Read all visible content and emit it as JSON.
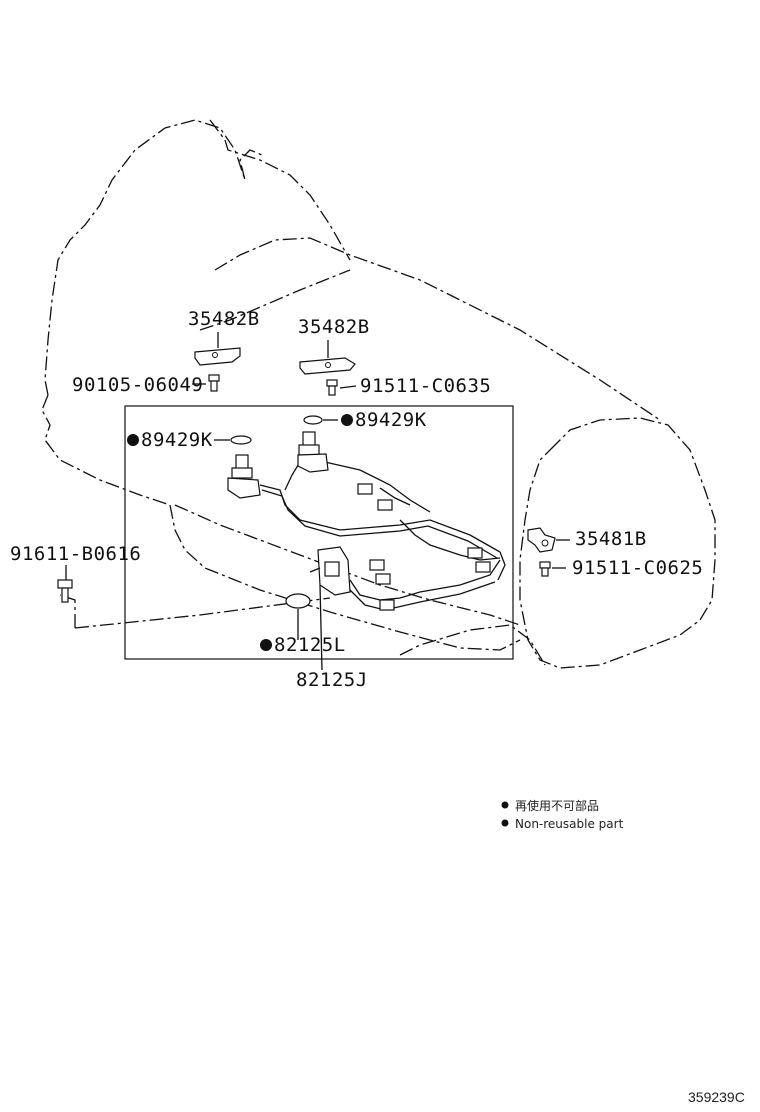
{
  "labels": {
    "bracket_left": "35482B",
    "bracket_center": "35482B",
    "bolt_left": "90105-06049",
    "bolt_center": "91511-C0635",
    "oring_left": "89429K",
    "oring_center": "89429K",
    "bolt_far_left": "91611-B0616",
    "bracket_right": "35481B",
    "bolt_right": "91511-C0625",
    "oring_bottom": "82125L",
    "harness": "82125J"
  },
  "legend": {
    "japanese": "再使用不可部品",
    "english": "Non-reusable part"
  },
  "figure_id": "359239C"
}
